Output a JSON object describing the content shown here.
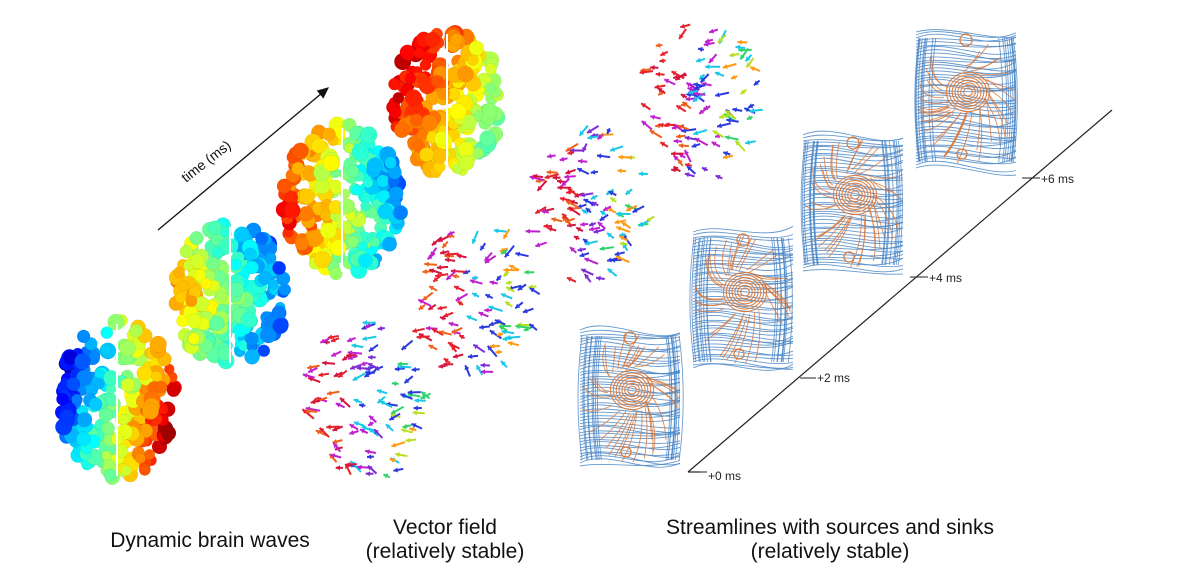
{
  "time_arrow_label": "time (ms)",
  "timeline_ticks": [
    "+0 ms",
    "+2 ms",
    "+4 ms",
    "+6 ms"
  ],
  "captions": {
    "brain_waves": "Dynamic brain waves",
    "vector_field_title": "Vector field",
    "vector_field_note": "(relatively stable)",
    "streamlines_title": "Streamlines with sources and sinks",
    "streamlines_note": "(relatively stable)"
  },
  "colors": {
    "stream_blue": "#4a86c5",
    "stream_orange": "#d9773a",
    "jet_dark_blue": "#00008f",
    "jet_red": "#a80000"
  }
}
